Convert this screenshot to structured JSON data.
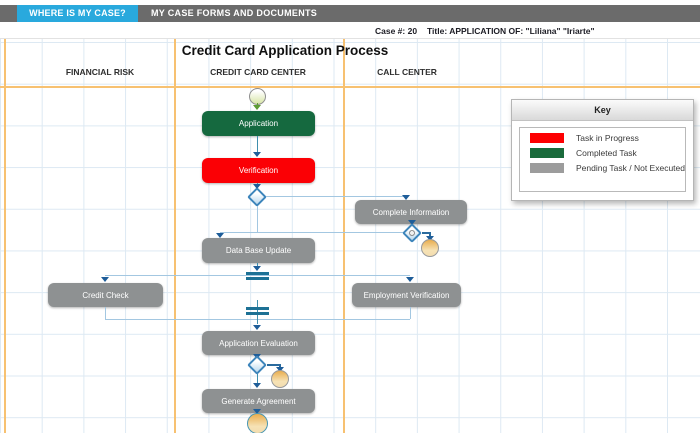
{
  "header": {
    "tabs": [
      {
        "label": "WHERE IS MY CASE?"
      },
      {
        "label": "MY CASE FORMS AND DOCUMENTS"
      }
    ],
    "tab_active_color": "#29a9dd",
    "bar_color": "#6b6b6b",
    "case_number": "Case #: 20",
    "case_title": "Title: APPLICATION OF: \"Liliana\" \"Iriarte\""
  },
  "diagram": {
    "title": "Credit Card Application Process",
    "lanes": [
      {
        "label": "FINANCIAL RISK"
      },
      {
        "label": "CREDIT CARD CENTER"
      },
      {
        "label": "CALL CENTER"
      }
    ],
    "nodes": {
      "application": "Application",
      "verification": "Verification",
      "complete_information": "Complete Information",
      "data_base_update": "Data Base Update",
      "credit_check": "Credit Check",
      "employment_verification": "Employment Verification",
      "application_evaluation": "Application Evaluation",
      "generate_agreement": "Generate Agreement"
    },
    "colors": {
      "completed": "#15693f",
      "in_progress": "#fb0005",
      "pending": "#8e9192",
      "lane_line": "#f7c171",
      "grid": "#dde9f3",
      "connector_light": "#a3c7e1",
      "connector_dark": "#1e5d99"
    }
  },
  "key": {
    "title": "Key",
    "items": [
      {
        "color": "#fd0002",
        "label": "Task in Progress"
      },
      {
        "color": "#1a6b3c",
        "label": "Completed Task"
      },
      {
        "color": "#9c9c9c",
        "label": "Pending Task / Not Executed"
      }
    ]
  }
}
